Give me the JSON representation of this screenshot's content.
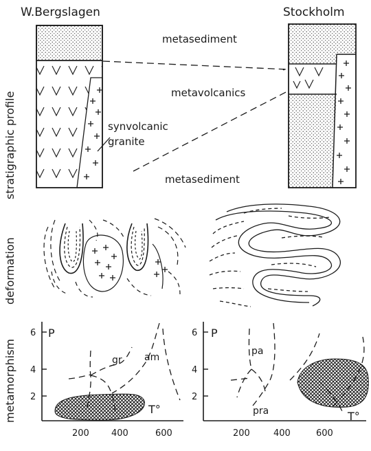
{
  "headers": {
    "left_site": "W.Bergslagen",
    "right_site": "Stockholm"
  },
  "row_labels": {
    "stratigraphy": "stratigraphic profile",
    "deformation": "deformation",
    "metamorphism": "metamorphism"
  },
  "units": {
    "metasediment_top": "metasediment",
    "metavolcanics": "metavolcanics",
    "granite_line1": "synvolcanic",
    "granite_line2": "granite",
    "metasediment_bottom": "metasediment"
  },
  "pt_diagrams": {
    "y_label": "P",
    "x_label": "T°",
    "y_ticks": [
      "2",
      "4",
      "6"
    ],
    "x_ticks": [
      "200",
      "400",
      "600"
    ],
    "left_fields": {
      "gr": "gr",
      "am": "am"
    },
    "right_fields": {
      "pa": "pa",
      "pra": "pra"
    }
  }
}
